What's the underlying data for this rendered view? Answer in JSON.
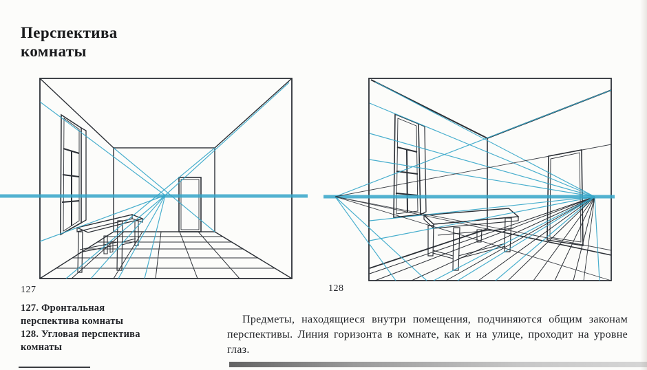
{
  "page": {
    "title": {
      "line1": "Перспектива",
      "line2": "комнаты"
    },
    "figures": {
      "fig127": {
        "number": "127",
        "caption": "127. Фронтальная перспектива комнаты"
      },
      "fig128": {
        "number": "128",
        "caption": "128. Угловая перспектива комнаты"
      }
    },
    "body_text": "Предметы, находящиеся внутри помещения, подчиняются общим законам перспективы. Линия горизонта в комнате, как и на улице, проходит на уровне глаз.",
    "colors": {
      "horizon_cyan": "#35a6c9",
      "ink": "#2c3036",
      "paper": "#fcfcfa"
    }
  }
}
